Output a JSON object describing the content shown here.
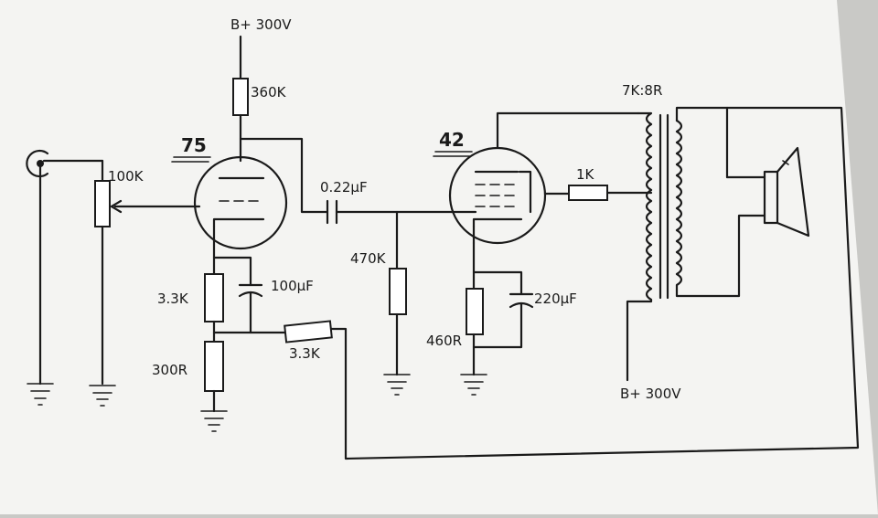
{
  "labels": {
    "supply_top": "B+ 300V",
    "r_plate": "360K",
    "tube1": "75",
    "tube2": "42",
    "pot": "100K",
    "coupling_cap": "0.22μF",
    "r_grid": "470K",
    "r_cathode1": "3.3K",
    "cap_cathode1": "100μF",
    "r_feedback": "3.3K",
    "r_cathode1b": "300R",
    "r_cathode2": "460R",
    "cap_cathode2": "220μF",
    "r_screen": "1K",
    "transformer": "7K:8R",
    "supply_bottom": "B+ 300V"
  }
}
